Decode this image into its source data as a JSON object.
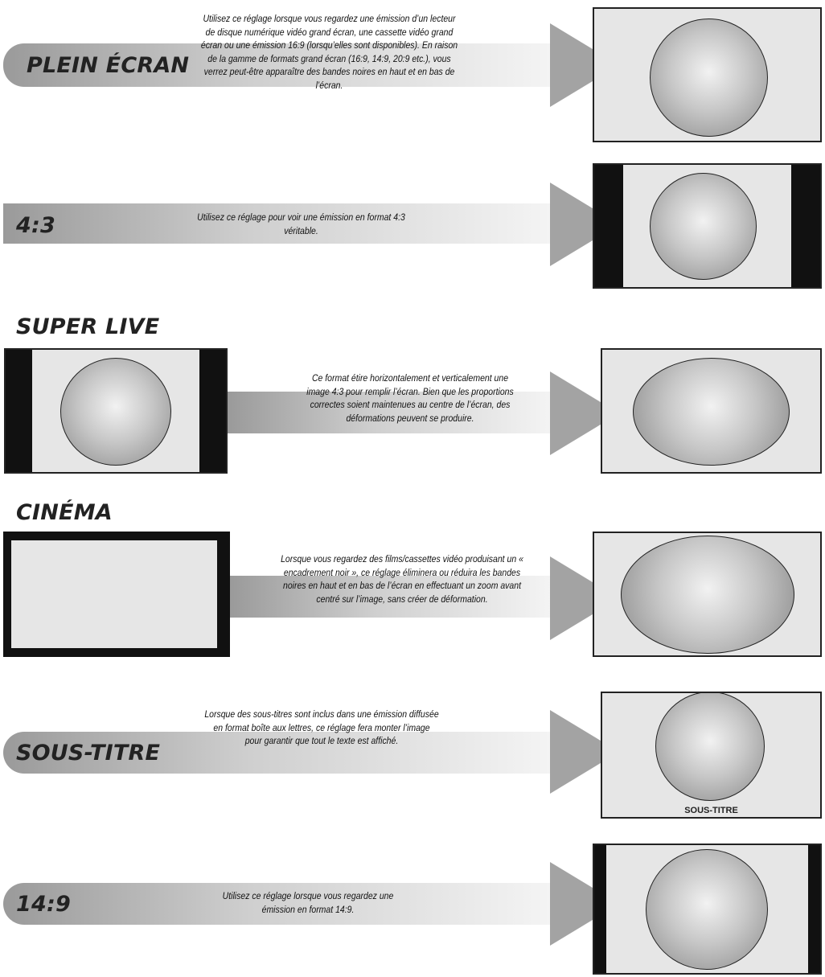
{
  "sections": [
    {
      "label": "PLEIN ÉCRAN",
      "text": "Utilisez ce réglage lorsque vous regardez une émission d’un lecteur de disque numérique vidéo grand écran, une cassette vidéo grand écran ou une émission 16:9 (lorsqu’elles sont disponibles). En raison de la gamme de formats grand écran (16:9, 14:9, 20:9 etc.), vous verrez peut-être apparaître des bandes noires en haut et en bas de l’écran."
    },
    {
      "label": "4:3",
      "text": "Utilisez ce réglage pour voir une émission en format 4:3 véritable."
    },
    {
      "label": "SUPER LIVE",
      "text": "Ce format étire horizontalement et verticalement une image 4:3 pour remplir l’écran. Bien que les proportions correctes soient maintenues au centre de l’écran, des déformations peuvent se produire."
    },
    {
      "label": "CINÉMA",
      "text": "Lorsque vous regardez des films/cassettes vidéo produisant un « encadrement noir », ce réglage éliminera ou réduira les bandes noires en haut et en bas de l’écran en effectuant un zoom avant centré sur l’image, sans créer de déformation."
    },
    {
      "label": "SOUS-TITRE",
      "text": "Lorsque des sous-titres sont inclus dans une émission diffusée en format boîte aux lettres, ce réglage fera monter l’image pour garantir que tout le texte est affiché.",
      "screen_caption": "SOUS-TITRE"
    },
    {
      "label": "14:9",
      "text": "Utilisez ce réglage lorsque vous regardez une émission en format 14:9."
    }
  ],
  "colors": {
    "bar": "#111111",
    "screen": "#e6e6e6",
    "arrow": "#a3a3a3"
  }
}
